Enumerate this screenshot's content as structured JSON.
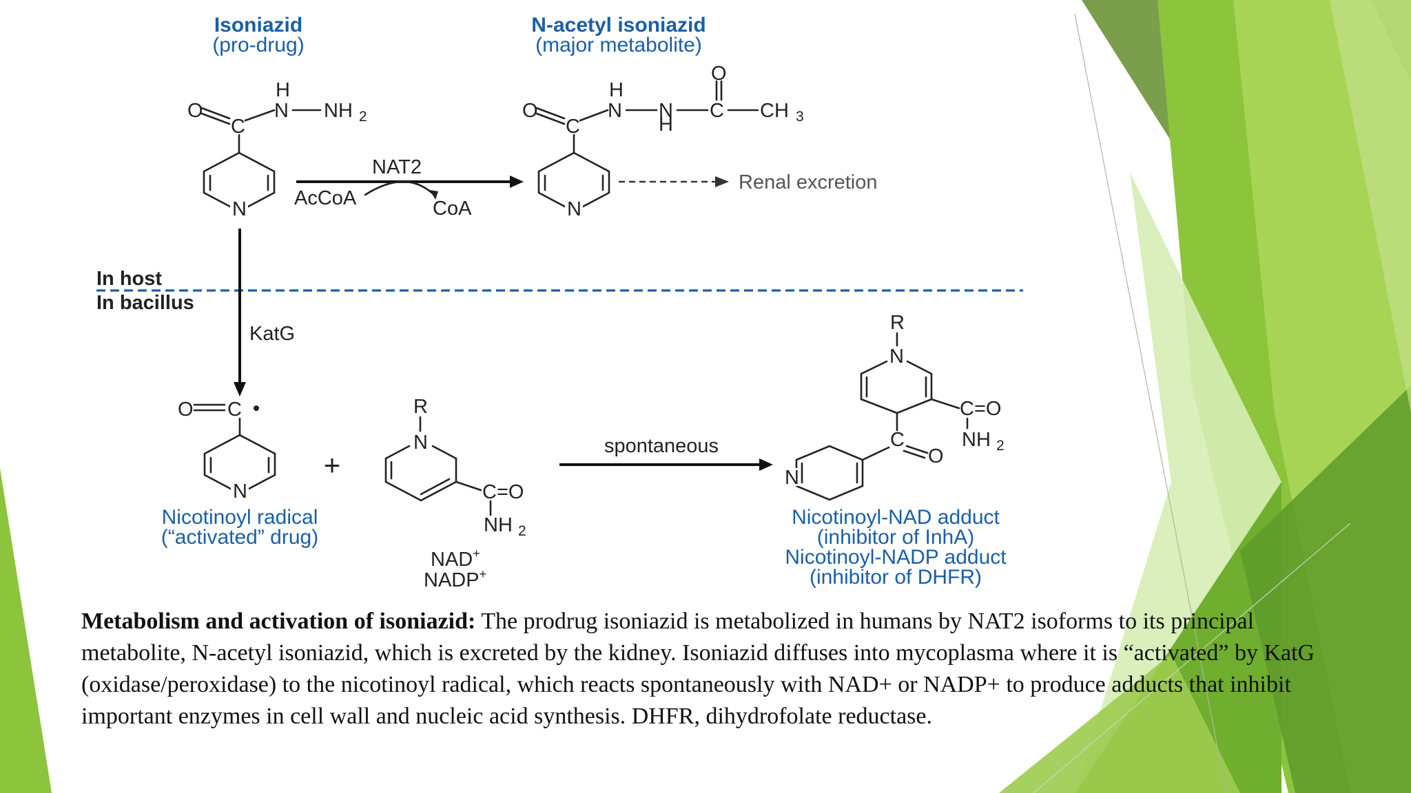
{
  "diagram": {
    "isoniazid": {
      "name": "Isoniazid",
      "sub": "(pro-drug)"
    },
    "acetyl": {
      "name": "N-acetyl isoniazid",
      "sub": "(major metabolite)"
    },
    "atoms": {
      "O": "O",
      "C": "C",
      "N": "N",
      "H": "H",
      "R": "R",
      "NH": "N",
      "NH2": "NH",
      "sub2": "2",
      "CH3": "CH",
      "sub3": "3",
      "CeqO": "C=O"
    },
    "nat2": "NAT2",
    "accoa": "AcCoA",
    "coa": "CoA",
    "renal": "Renal excretion",
    "in_host": "In host",
    "in_bacillus": "In bacillus",
    "katg": "KatG",
    "plus": "+",
    "spontaneous": "spontaneous",
    "radical_name": "Nicotinoyl radical",
    "radical_sub": "(“activated” drug)",
    "nad": "NAD",
    "nadp": "NADP",
    "sup_plus": "+",
    "adduct_lines": [
      "Nicotinoyl-NAD adduct",
      "(inhibitor of InhA)",
      "Nicotinoyl-NADP adduct",
      "(inhibitor of DHFR)"
    ]
  },
  "caption": {
    "bold": "Metabolism and activation of isoniazid:",
    "text": " The prodrug isoniazid is metabolized in humans by NAT2 isoforms to its principal metabolite, N-acetyl isoniazid, which is excreted by the kidney. Isoniazid diffuses into mycoplasma where it is “activated” by KatG (oxidase/peroxidase) to the nicotinoyl radical, which reacts spontaneously with NAD+ or NADP+ to produce adducts that inhibit important enzymes in cell wall and nucleic acid synthesis. DHFR, dihydrofolate reductase."
  },
  "colors": {
    "label_blue": "#1a5fa6",
    "green_dark": "#5e9a2a",
    "green_mid": "#7db33a",
    "green_light": "#a9d35a",
    "green_pale": "#d4ecb0"
  }
}
